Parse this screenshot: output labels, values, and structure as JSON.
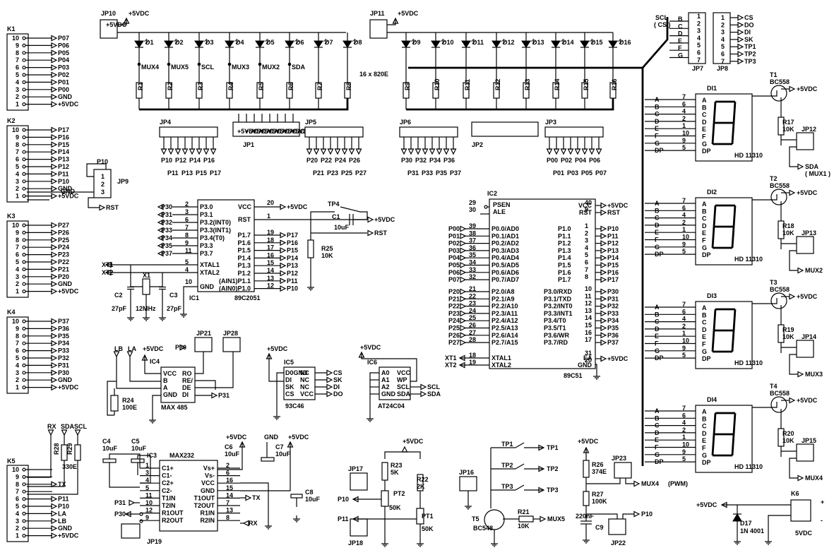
{
  "connectors": [
    {
      "name": "K1",
      "pins": [
        "10",
        "9",
        "8",
        "7",
        "6",
        "5",
        "4",
        "3",
        "2",
        "1"
      ],
      "nets": [
        "P07",
        "P06",
        "P05",
        "P04",
        "P03",
        "P02",
        "P01",
        "P00",
        "GND",
        "+5VDC"
      ]
    },
    {
      "name": "K2",
      "pins": [
        "10",
        "9",
        "8",
        "7",
        "6",
        "5",
        "4",
        "3",
        "2",
        "1"
      ],
      "nets": [
        "P17",
        "P16",
        "P15",
        "P14",
        "P13",
        "P12",
        "P11",
        "P10",
        "GND",
        "+5VDC"
      ]
    },
    {
      "name": "K3",
      "pins": [
        "10",
        "9",
        "8",
        "7",
        "6",
        "5",
        "4",
        "3",
        "2",
        "1"
      ],
      "nets": [
        "P27",
        "P26",
        "P25",
        "P24",
        "P23",
        "P22",
        "P21",
        "P20",
        "GND",
        "+5VDC"
      ]
    },
    {
      "name": "K4",
      "pins": [
        "10",
        "9",
        "8",
        "7",
        "6",
        "5",
        "4",
        "3",
        "2",
        "1"
      ],
      "nets": [
        "P37",
        "P36",
        "P35",
        "P34",
        "P33",
        "P32",
        "P31",
        "P30",
        "GND",
        "+5VDC"
      ]
    },
    {
      "name": "K5",
      "pins": [
        "10",
        "9",
        "8",
        "7",
        "6",
        "5",
        "4",
        "3",
        "2",
        "1"
      ],
      "nets": [
        "",
        "",
        "TX",
        "",
        "P11",
        "P10",
        "LA",
        "LB",
        "GND",
        "+5VDC"
      ]
    }
  ],
  "k5_top": {
    "labels": [
      "RX",
      "SDA",
      "SCL"
    ],
    "resistors": [
      "R28",
      "R29"
    ],
    "value": "330E"
  },
  "led_groups": [
    {
      "jp": "JP10",
      "supply": "+5VDC",
      "leds": [
        "D1",
        "D2",
        "D3",
        "D4",
        "D5",
        "D6",
        "D7",
        "D8"
      ],
      "resistors": [
        "R1",
        "R2",
        "R3",
        "R4",
        "R5",
        "R6",
        "R7",
        "R8"
      ],
      "signals": [
        "MUX4",
        "MUX5",
        "SCL",
        "MUX3",
        "MUX2",
        "SDA",
        "",
        ""
      ],
      "note": "16 x 820E"
    },
    {
      "jp": "JP11",
      "supply": "+5VDC",
      "leds": [
        "D9",
        "D10",
        "D11",
        "D12",
        "D13",
        "D14",
        "D15",
        "D16"
      ],
      "resistors": [
        "R9",
        "R10",
        "R11",
        "R12",
        "R13",
        "R14",
        "R15",
        "R16"
      ]
    }
  ],
  "port_headers": [
    {
      "name": "JP4",
      "top": [
        "P10",
        "P12",
        "P14",
        "P16"
      ],
      "bottom": [
        "P11",
        "P13",
        "P15",
        "P17"
      ]
    },
    {
      "name": "JP5",
      "top": [
        "P20",
        "P22",
        "P24",
        "P26"
      ],
      "bottom": [
        "P21",
        "P23",
        "P25",
        "P27"
      ]
    },
    {
      "name": "JP6",
      "top": [
        "P30",
        "P32",
        "P34",
        "P36"
      ],
      "bottom": [
        "P31",
        "P33",
        "P35",
        "P37"
      ]
    },
    {
      "name": "JP3",
      "top": [
        "P00",
        "P02",
        "P04",
        "P06"
      ],
      "bottom": [
        "P01",
        "P03",
        "P05",
        "P07"
      ]
    }
  ],
  "jp1": "JP1",
  "jp2": "JP2",
  "jp7": {
    "name": "JP7",
    "title": "SCL",
    "subtitle": "( CS )",
    "letters": [
      "B",
      "C",
      "D",
      "E",
      "F",
      "G"
    ],
    "pins": [
      "1",
      "2",
      "3",
      "4",
      "5",
      "6",
      "7"
    ]
  },
  "jp8": {
    "name": "JP8",
    "pins": [
      "1",
      "2",
      "3",
      "4",
      "5",
      "6",
      "7"
    ],
    "nets": [
      "CS",
      "DO",
      "DI",
      "SK",
      "TP1",
      "TP2",
      "TP3"
    ]
  },
  "jp9": {
    "name": "JP9",
    "pins": [
      "1",
      "2",
      "3"
    ],
    "nets": [
      "P10",
      "GND",
      "RST"
    ]
  },
  "ic1": {
    "name": "IC1",
    "part": "89C2051",
    "left": [
      [
        "P30",
        "2",
        "P3.0"
      ],
      [
        "P31",
        "3",
        "P3.1"
      ],
      [
        "P32",
        "6",
        "P3.2(INT0)"
      ],
      [
        "P33",
        "7",
        "P3.3(INT1)"
      ],
      [
        "P34",
        "8",
        "P3.4(T0)"
      ],
      [
        "P35",
        "9",
        "P3.3"
      ],
      [
        "P37",
        "11",
        "P3.7"
      ]
    ],
    "right": [
      [
        "19",
        "P1.7",
        "P17"
      ],
      [
        "18",
        "P1.6",
        "P16"
      ],
      [
        "17",
        "P1.5",
        "P15"
      ],
      [
        "16",
        "P1.4",
        "P14"
      ],
      [
        "15",
        "P1.3",
        "P13"
      ],
      [
        "14",
        "P1.2",
        "P12"
      ],
      [
        "13",
        "(AIN1)P1.1",
        "P11"
      ],
      [
        "12",
        "(AIN0)P1.0",
        "P10"
      ]
    ],
    "vcc": [
      "VCC",
      "20",
      "+5VDC"
    ],
    "rst": [
      "RST",
      "1"
    ],
    "gnd": [
      "GND",
      "10"
    ],
    "xtal": [
      [
        "XT1",
        "5",
        "XTAL1"
      ],
      [
        "XT2",
        "4",
        "XTAL2"
      ]
    ]
  },
  "xtal_ckt": {
    "x1": "X1",
    "freq": "12MHz",
    "c2": "C2",
    "c3": "C3",
    "cap": "27pF"
  },
  "reset_ckt": {
    "tp4": "TP4",
    "c1": "C1",
    "c1v": "10uF",
    "r25": "R25",
    "r25v": "10K"
  },
  "ic2": {
    "name": "IC2",
    "part": "89C51",
    "psen": [
      "29",
      "PSEN"
    ],
    "ale": [
      "30",
      "ALE"
    ],
    "p0": [
      [
        "P00",
        "39",
        "P0.0/AD0"
      ],
      [
        "P01",
        "38",
        "P0.1/AD1"
      ],
      [
        "P02",
        "37",
        "P0.2/AD2"
      ],
      [
        "P03",
        "36",
        "P0.3/AD3"
      ],
      [
        "P04",
        "35",
        "P0.4/AD4"
      ],
      [
        "P05",
        "34",
        "P0.5/AD5"
      ],
      [
        "P06",
        "33",
        "P0.6/AD6"
      ],
      [
        "P07",
        "32",
        "P0.7/AD7"
      ]
    ],
    "p2": [
      [
        "P20",
        "21",
        "P2.0/A8"
      ],
      [
        "P21",
        "22",
        "P2.1/A9"
      ],
      [
        "P22",
        "23",
        "P2.2/A10"
      ],
      [
        "P23",
        "24",
        "P2.3/A11"
      ],
      [
        "P24",
        "25",
        "P2.4/A12"
      ],
      [
        "P25",
        "26",
        "P2.5/A13"
      ],
      [
        "P26",
        "27",
        "P2.6/A14"
      ],
      [
        "P27",
        "28",
        "P2.7/A15"
      ]
    ],
    "xt": [
      [
        "XT1",
        "18",
        "XTAL1"
      ],
      [
        "XT2",
        "19",
        "XTAL2"
      ]
    ],
    "right_top": [
      [
        "VCC",
        "40",
        "+5VDC"
      ],
      [
        "RST",
        "9",
        "RST"
      ]
    ],
    "p1": [
      [
        "P1.0",
        "1",
        "P10"
      ],
      [
        "P1.1",
        "2",
        "P11"
      ],
      [
        "P1.2",
        "3",
        "P12"
      ],
      [
        "P1.3",
        "4",
        "P13"
      ],
      [
        "P1.4",
        "5",
        "P14"
      ],
      [
        "P1.5",
        "6",
        "P15"
      ],
      [
        "P1.6",
        "7",
        "P16"
      ],
      [
        "P1.7",
        "8",
        "P17"
      ]
    ],
    "p3": [
      [
        "P3.0/RXD",
        "10",
        "P30"
      ],
      [
        "P3.1/TXD",
        "11",
        "P31"
      ],
      [
        "P3.2/INT0",
        "12",
        "P32"
      ],
      [
        "P3.3/INT1",
        "13",
        "P33"
      ],
      [
        "P3.4/T0",
        "14",
        "P34"
      ],
      [
        "P3.5/T1",
        "15",
        "P35"
      ],
      [
        "P3.6/WR",
        "16",
        "P36"
      ],
      [
        "P3.7/RD",
        "17",
        "P37"
      ]
    ],
    "ea": [
      "EA",
      "31",
      "+5VDC"
    ],
    "gnd": [
      "GND",
      "20",
      "GND"
    ]
  },
  "ic4": {
    "name": "IC4",
    "part": "MAX 485",
    "pins": [
      "VCC",
      "B",
      "A",
      "GND",
      "RO",
      "RE/",
      "DE",
      "DI"
    ],
    "out": "P31",
    "top": [
      "LB",
      "LA",
      "+5VDC",
      "P30"
    ],
    "r24": "R24",
    "r24v": "100E",
    "jp21": "JP21",
    "jp28": "JP28"
  },
  "ic5": {
    "name": "IC5",
    "part": "93C46",
    "left": [
      "D0GND",
      "DI",
      "SK",
      "CS"
    ],
    "right": [
      "NC",
      "NC",
      "NC",
      "VCC"
    ],
    "out": [
      "CS",
      "SK",
      "DI",
      "DO"
    ],
    "supply": "+5VDC"
  },
  "ic6": {
    "name": "IC6",
    "part": "AT24C04",
    "left": [
      "A0",
      "A1",
      "A2",
      "GND"
    ],
    "right": [
      "VCC",
      "WP",
      "SCL",
      "SDA"
    ],
    "out": [
      "SCL",
      "SDA"
    ],
    "supply": "+5VDC"
  },
  "ic3": {
    "name": "IC3",
    "part": "MAX232",
    "left": [
      [
        "C1+",
        "1"
      ],
      [
        "C1-",
        "3"
      ],
      [
        "C2+",
        "4"
      ],
      [
        "C2-",
        "5"
      ],
      [
        "T1IN",
        "11"
      ],
      [
        "T2IN",
        "10"
      ],
      [
        "R1OUT",
        "12"
      ],
      [
        "R2OUT",
        "9"
      ]
    ],
    "right": [
      [
        "Vs+",
        "2"
      ],
      [
        "Vs-",
        "6"
      ],
      [
        "VCC",
        "16"
      ],
      [
        "GND",
        "15"
      ],
      [
        "T1OUT",
        "14"
      ],
      [
        "T2OUT",
        "7"
      ],
      [
        "R1IN",
        "13"
      ],
      [
        "R2IN",
        "8"
      ]
    ],
    "caps": [
      "C4",
      "C5",
      "C6",
      "C7",
      "C8"
    ],
    "capv": "10uF",
    "nets": [
      "P31",
      "P30",
      "TX",
      "RX",
      "GND",
      "+5VDC"
    ],
    "jp19": "JP19"
  },
  "pots": {
    "supply": "+5VDC",
    "r23": "R23",
    "r23v": "5K",
    "r22": "R22",
    "r22v": "2K",
    "pt2": "PT2",
    "pt1": "PT1",
    "pv": "50K",
    "jp17": "JP17",
    "jp18": "JP18",
    "p10": "P10",
    "p11": "P11"
  },
  "switches": {
    "items": [
      "TP1",
      "TP2",
      "TP3"
    ],
    "jp16": "JP16",
    "t5": "T5",
    "t5p": "BC548",
    "r21": "R21",
    "r21v": "10K",
    "out": "MUX5"
  },
  "pwm": {
    "supply": "+5VDC",
    "r26": "R26",
    "r26v": "374E",
    "r27": "R27",
    "r27v": "100K",
    "c9": "C9",
    "c9v": "220nF",
    "jp23": "JP23",
    "jp22": "JP22",
    "mux": "MUX4",
    "mode": "(PWM)",
    "p10": "P10"
  },
  "displays": [
    {
      "name": "DI1",
      "part": "HD 11310",
      "transistor": "T1",
      "tpart": "BC558",
      "res": "R17",
      "rv": "10K",
      "jp": "JP12",
      "mux": "SDA",
      "mux2": "( MUX1 )"
    },
    {
      "name": "DI2",
      "part": "HD 11310",
      "transistor": "T2",
      "tpart": "BC558",
      "res": "R18",
      "rv": "10K",
      "jp": "JP13",
      "mux": "MUX2"
    },
    {
      "name": "DI3",
      "part": "HD 11310",
      "transistor": "T3",
      "tpart": "BC558",
      "res": "R19",
      "rv": "10K",
      "jp": "JP14",
      "mux": "MUX3"
    },
    {
      "name": "DI4",
      "part": "HD 11310",
      "transistor": "T4",
      "tpart": "BC558",
      "res": "R20",
      "rv": "10K",
      "jp": "JP15",
      "mux": "MUX4"
    }
  ],
  "segments": [
    "A",
    "B",
    "C",
    "D",
    "E",
    "F",
    "G",
    "DP"
  ],
  "seg_pins": [
    "7",
    "6",
    "4",
    "2",
    "1",
    "10",
    "9",
    "5"
  ],
  "power": {
    "k6": "K6",
    "d17": "D17",
    "d17p": "1N 4001",
    "vin": "+5VDC",
    "label": "5VDC",
    "plus": "+",
    "minus": "-"
  },
  "common": {
    "gnd": "GND",
    "vcc": "+5VDC",
    "rst": "RST"
  }
}
